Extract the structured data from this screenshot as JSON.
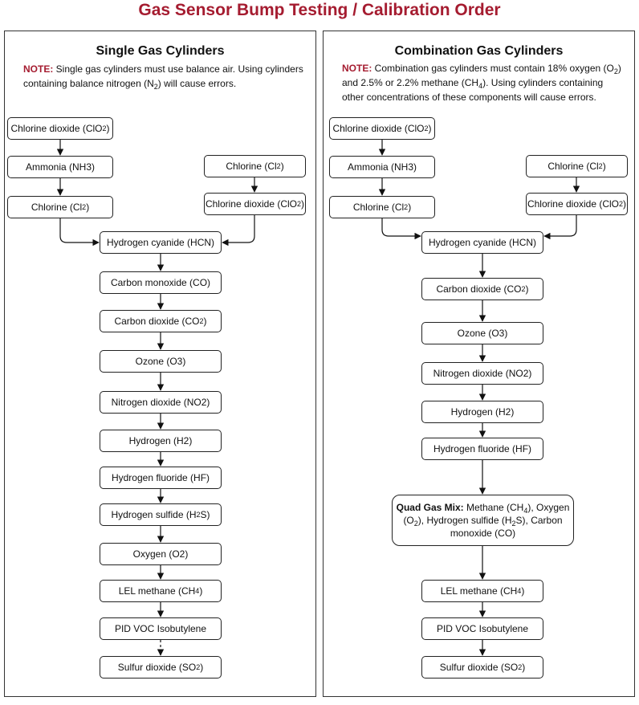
{
  "title": "Gas Sensor Bump Testing / Calibration Order",
  "colors": {
    "accent": "#a51c30",
    "border": "#222222"
  },
  "left": {
    "heading": "Single Gas Cylinders",
    "note_label": "NOTE:",
    "note_text_1": " Single gas cylinders must use balance air. Using cylinders containing balance nitrogen (N",
    "note_sub": "2",
    "note_text_2": ") will cause errors.",
    "nodes": [
      {
        "id": "l-clo2-a",
        "pre": "Chlorine dioxide (ClO",
        "sub": "2",
        "post": ")"
      },
      {
        "id": "l-nh3",
        "pre": "Ammonia (NH3)",
        "sub": "",
        "post": ""
      },
      {
        "id": "l-cl2-a",
        "pre": "Chlorine (Cl",
        "sub": "2",
        "post": ")"
      },
      {
        "id": "l-cl2-b",
        "pre": "Chlorine (Cl",
        "sub": "2",
        "post": ")"
      },
      {
        "id": "l-clo2-b",
        "pre": "Chlorine dioxide (ClO",
        "sub": "2",
        "post": ")"
      },
      {
        "id": "l-hcn",
        "pre": "Hydrogen cyanide (HCN)",
        "sub": "",
        "post": ""
      },
      {
        "id": "l-co",
        "pre": "Carbon monoxide (CO)",
        "sub": "",
        "post": ""
      },
      {
        "id": "l-co2",
        "pre": "Carbon dioxide (CO",
        "sub": "2",
        "post": ")"
      },
      {
        "id": "l-o3",
        "pre": "Ozone (O3)",
        "sub": "",
        "post": ""
      },
      {
        "id": "l-no2",
        "pre": "Nitrogen dioxide (NO2)",
        "sub": "",
        "post": ""
      },
      {
        "id": "l-h2",
        "pre": "Hydrogen (H2)",
        "sub": "",
        "post": ""
      },
      {
        "id": "l-hf",
        "pre": "Hydrogen fluoride (HF)",
        "sub": "",
        "post": ""
      },
      {
        "id": "l-h2s",
        "pre": "Hydrogen sulfide (H",
        "sub": "2",
        "post": "S)"
      },
      {
        "id": "l-o2",
        "pre": "Oxygen (O2)",
        "sub": "",
        "post": ""
      },
      {
        "id": "l-ch4",
        "pre": "LEL methane (CH",
        "sub": "4",
        "post": ")"
      },
      {
        "id": "l-pid",
        "pre": "PID VOC Isobutylene",
        "sub": "",
        "post": ""
      },
      {
        "id": "l-so2",
        "pre": "Sulfur dioxide (SO",
        "sub": "2",
        "post": ")"
      }
    ]
  },
  "right": {
    "heading": "Combination Gas Cylinders",
    "note_label": "NOTE:",
    "note_text_1": " Combination gas cylinders must contain 18% oxygen (O",
    "note_sub_1": "2",
    "note_text_2": ") and 2.5% or 2.2% methane (CH",
    "note_sub_2": "4",
    "note_text_3": "). Using cylinders containing other concentrations of these components will cause errors.",
    "nodes": [
      {
        "id": "r-clo2-a",
        "pre": "Chlorine dioxide (ClO",
        "sub": "2",
        "post": ")"
      },
      {
        "id": "r-nh3",
        "pre": "Ammonia (NH3)",
        "sub": "",
        "post": ""
      },
      {
        "id": "r-cl2-a",
        "pre": "Chlorine (Cl",
        "sub": "2",
        "post": ")"
      },
      {
        "id": "r-cl2-b",
        "pre": "Chlorine (Cl",
        "sub": "2",
        "post": ")"
      },
      {
        "id": "r-clo2-b",
        "pre": "Chlorine dioxide (ClO",
        "sub": "2",
        "post": ")"
      },
      {
        "id": "r-hcn",
        "pre": "Hydrogen cyanide (HCN)",
        "sub": "",
        "post": ""
      },
      {
        "id": "r-co2",
        "pre": "Carbon dioxide (CO",
        "sub": "2",
        "post": ")"
      },
      {
        "id": "r-o3",
        "pre": "Ozone (O3)",
        "sub": "",
        "post": ""
      },
      {
        "id": "r-no2",
        "pre": "Nitrogen dioxide (NO2)",
        "sub": "",
        "post": ""
      },
      {
        "id": "r-h2",
        "pre": "Hydrogen (H2)",
        "sub": "",
        "post": ""
      },
      {
        "id": "r-hf",
        "pre": "Hydrogen fluoride (HF)",
        "sub": "",
        "post": ""
      },
      {
        "id": "r-ch4",
        "pre": "LEL methane (CH",
        "sub": "4",
        "post": ")"
      },
      {
        "id": "r-pid",
        "pre": "PID VOC Isobutylene",
        "sub": "",
        "post": ""
      },
      {
        "id": "r-so2",
        "pre": "Sulfur dioxide (SO",
        "sub": "2",
        "post": ")"
      }
    ],
    "quad": {
      "bold": "Quad Gas Mix:",
      "t1": " Methane (CH",
      "s1": "4",
      "t2": "), Oxygen (O",
      "s2": "2",
      "t3": "), Hydrogen sulfide (H",
      "s3": "2",
      "t4": "S), Carbon monoxide (CO)"
    }
  }
}
